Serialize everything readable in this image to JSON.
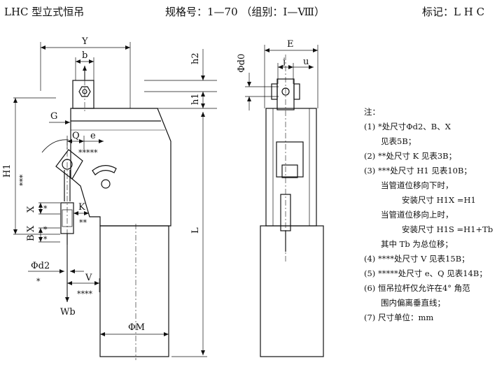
{
  "header": {
    "title": "LHC 型立式恒吊",
    "spec": "规格号：1—70  （组别：Ⅰ—Ⅷ）",
    "mark": "标记：L H C"
  },
  "front_view": {
    "labels": {
      "Y": "Y",
      "b": "b",
      "G": "G",
      "Q": "Q",
      "e": "e",
      "stars5": "*****",
      "H1": "H1",
      "stars3": "***",
      "K": "K",
      "stars2": "**",
      "X": "X",
      "B": "B",
      "star": "*",
      "Phi_d2": "Φd2",
      "V": "V",
      "stars4": "****",
      "Wb": "Wb",
      "Phi_M": "ΦM",
      "L": "L",
      "h1": "h1",
      "h2": "h2"
    }
  },
  "side_view": {
    "labels": {
      "E": "E",
      "Phi_d0": "Φd0",
      "j": "j",
      "u": "u"
    }
  },
  "notes": {
    "title": "注：",
    "items": [
      [
        "(1) *处尺寸Φd2、B、X",
        "见表5B；"
      ],
      [
        "(2) **处尺寸 K 见表3B；"
      ],
      [
        "(3) ***处尺寸 H1 见表10B；",
        "当管道位移向下时，",
        "安装尺寸 H1X =H1",
        "当管道位移向上时，",
        "安装尺寸 H1S =H1+Tb",
        "其中 Tb 为总位移；"
      ],
      [
        "(4) ****处尺寸 V 见表15B；"
      ],
      [
        "(5) *****处尺寸 e、Q 见表14B；"
      ],
      [
        "(6) 恒吊拉杆仅允许在4° 角范",
        "围内偏离垂直线；"
      ],
      [
        "(7) 尺寸单位：mm"
      ]
    ]
  }
}
